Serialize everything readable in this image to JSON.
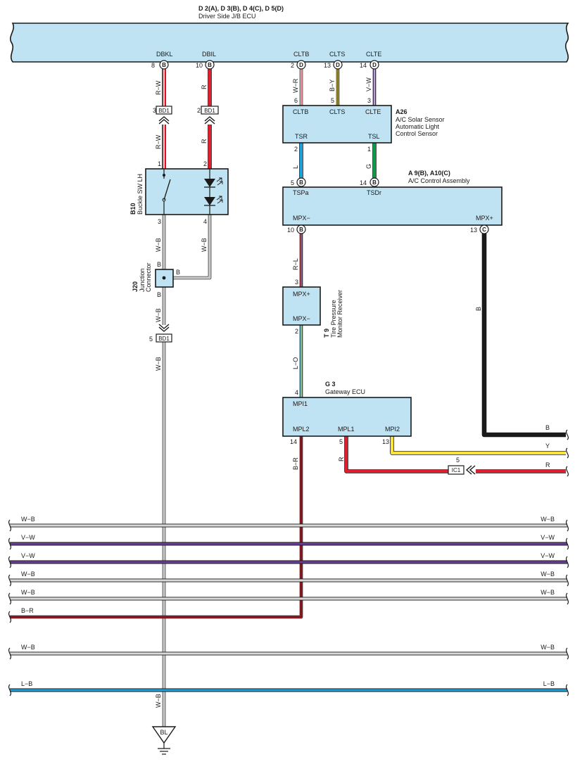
{
  "jb": {
    "title": "D 2(A), D 3(B), D 4(C), D 5(D)",
    "subtitle": "Driver Side J/B ECU",
    "terminals": {
      "dbkl": {
        "name": "DBKL",
        "pin": "8",
        "conn": "B"
      },
      "dbil": {
        "name": "DBIL",
        "pin": "10",
        "conn": "B"
      },
      "cltb": {
        "name": "CLTB",
        "pin": "2",
        "conn": "D"
      },
      "clts": {
        "name": "CLTS",
        "pin": "13",
        "conn": "D"
      },
      "clte": {
        "name": "CLTE",
        "pin": "14",
        "conn": "D"
      }
    }
  },
  "a26": {
    "ref": "A26",
    "lines": [
      "A/C Solar Sensor",
      "Automatic Light",
      "Control Sensor"
    ],
    "top_terminals": [
      "CLTB",
      "CLTS",
      "CLTE"
    ],
    "top_pins": [
      "6",
      "5",
      "3"
    ],
    "bottom_terminals": [
      "TSR",
      "TSL"
    ],
    "bottom_pins": [
      "2",
      "1"
    ]
  },
  "a9": {
    "title": "A 9(B), A10(C)",
    "subtitle": "A/C Control Assembly",
    "terminals": [
      "TSPa",
      "TSDr",
      "MPX−",
      "MPX+"
    ],
    "pins_top": [
      {
        "pin": "5",
        "conn": "B"
      },
      {
        "pin": "14",
        "conn": "B"
      }
    ],
    "pins_bottom": [
      {
        "pin": "10",
        "conn": "B"
      },
      {
        "pin": "13",
        "conn": "C"
      }
    ]
  },
  "b10": {
    "ref": "B10",
    "name": "Buckle SW LH",
    "pins_top": [
      "1",
      "2"
    ],
    "pins_bottom": [
      "3",
      "4"
    ]
  },
  "j20": {
    "ref": "J20",
    "name1": "Junction",
    "name2": "Connector",
    "label": "B"
  },
  "t9": {
    "ref": "T 9",
    "name1": "Tire Pressure",
    "name2": "Monitor Receiver",
    "terminals": [
      "MPX+",
      "MPX−"
    ],
    "pins": [
      "3",
      "2"
    ]
  },
  "g3": {
    "ref": "G 3",
    "name": "Gateway ECU",
    "terminals": [
      "MPI1",
      "MPL2",
      "MPL1",
      "MPI2"
    ],
    "pins": [
      "4",
      "14",
      "5",
      "13"
    ]
  },
  "connectors": {
    "bd1": "BD1",
    "bd1_pins": [
      "3",
      "2",
      "5"
    ],
    "ic1": "IC1",
    "ic1_pin": "5"
  },
  "wire_labels": {
    "rw": "R−W",
    "r": "R",
    "wr": "W−R",
    "by": "B−Y",
    "vw": "V−W",
    "l": "L",
    "g": "G",
    "wb": "W−B",
    "b": "B",
    "rl": "R−L",
    "lo": "L−O",
    "br": "B−R",
    "y": "Y",
    "lb": "L−B"
  },
  "ground": "BL",
  "colors": {
    "module_fill": "#bfe3f2",
    "red": "#e41d2c",
    "white": "#ffffff",
    "yellow": "#fbe33a",
    "violet": "#6a3d98",
    "blue": "#1da1dc",
    "green": "#0d9a4a",
    "black": "#1a1a1a",
    "gray": "#9a9a9a"
  },
  "bus_lines": [
    {
      "left": "W−B",
      "right": "W−B",
      "color": "white"
    },
    {
      "left": "V−W",
      "right": "V−W",
      "color": "violet"
    },
    {
      "left": "V−W",
      "right": "V−W",
      "color": "violet"
    },
    {
      "left": "W−B",
      "right": "W−B",
      "color": "white"
    },
    {
      "left": "W−B",
      "right": "W−B",
      "color": "white"
    },
    {
      "left": "B−R",
      "right": "",
      "color": "red"
    },
    {
      "left": "W−B",
      "right": "W−B",
      "color": "white"
    },
    {
      "left": "L−B",
      "right": "L−B",
      "color": "blue"
    }
  ]
}
